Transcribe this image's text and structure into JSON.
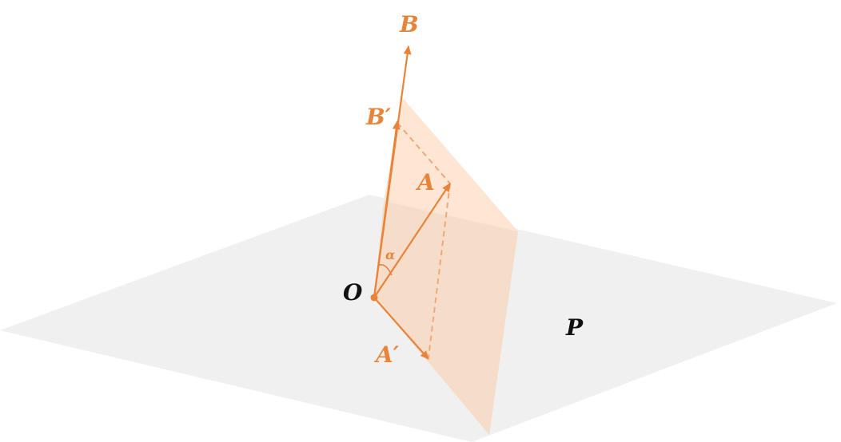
{
  "labels": {
    "B": "B",
    "B_prime": "B′",
    "A": "A",
    "O": "O",
    "A_prime": "A′",
    "P": "P",
    "alpha": "α"
  },
  "colors": {
    "accent": "#e8833a",
    "plane": "#f0f0f0",
    "upright_plane": "#fde3cf",
    "text_dark": "#111111"
  }
}
